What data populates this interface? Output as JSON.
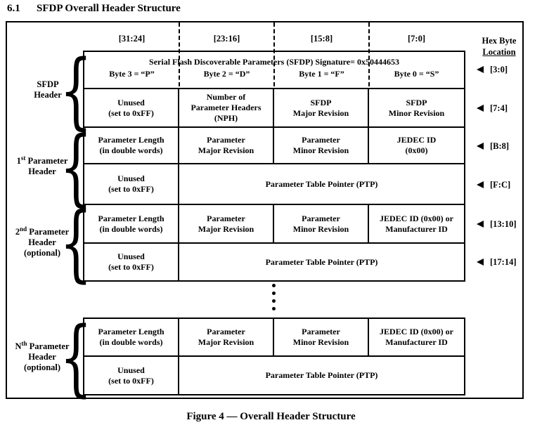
{
  "page": {
    "section_number": "6.1",
    "section_title": "SFDP Overall Header Structure",
    "figure_caption": "Figure 4 — Overall Header Structure"
  },
  "diagram": {
    "bit_ranges": [
      "[31:24]",
      "[23:16]",
      "[15:8]",
      "[7:0]"
    ],
    "hex_header": {
      "line1": "Hex Byte",
      "line2": "Location"
    },
    "hex_markers": [
      "[3:0]",
      "[7:4]",
      "[B:8]",
      "[F:C]",
      "[13:10]",
      "[17:14]"
    ],
    "signature": {
      "title": "Serial Flash Discoverable Parameters (SFDP) Signature= 0x50444653",
      "bytes": [
        "Byte 3 = “P”",
        "Byte 2 = “D”",
        "Byte 1 = “F”",
        "Byte 0 = “S”"
      ]
    },
    "rows": {
      "sfdp_row2": [
        "Unused\n(set to 0xFF)",
        "Number of\nParameter Headers\n(NPH)",
        "SFDP\nMajor Revision",
        "SFDP\nMinor Revision"
      ],
      "ph1_row1": [
        "Parameter Length\n(in double words)",
        "Parameter\nMajor Revision",
        "Parameter\nMinor Revision",
        "JEDEC ID\n(0x00)"
      ],
      "ph1_row2": [
        "Unused\n(set to 0xFF)",
        "Parameter Table Pointer (PTP)"
      ],
      "ph2_row1": [
        "Parameter Length\n(in double words)",
        "Parameter\nMajor Revision",
        "Parameter\nMinor Revision",
        "JEDEC ID (0x00) or\nManufacturer ID"
      ],
      "ph2_row2": [
        "Unused\n(set to 0xFF)",
        "Parameter Table Pointer (PTP)"
      ],
      "phn_row1": [
        "Parameter Length\n(in double words)",
        "Parameter\nMajor Revision",
        "Parameter\nMinor Revision",
        "JEDEC ID (0x00) or\nManufacturer ID"
      ],
      "phn_row2": [
        "Unused\n(set to 0xFF)",
        "Parameter Table Pointer (PTP)"
      ]
    },
    "labels": {
      "sfdp": {
        "pre": "SFDP",
        "sup": "",
        "post": "",
        "line2": "Header",
        "line3": ""
      },
      "ph1": {
        "pre": "1",
        "sup": "st",
        "post": " Parameter",
        "line2": "Header",
        "line3": ""
      },
      "ph2": {
        "pre": "2",
        "sup": "nd",
        "post": " Parameter",
        "line2": "Header",
        "line3": "(optional)"
      },
      "phn": {
        "pre": "N",
        "sup": "th",
        "post": " Parameter",
        "line2": "Header",
        "line3": "(optional)"
      }
    },
    "brace_char": "{"
  }
}
